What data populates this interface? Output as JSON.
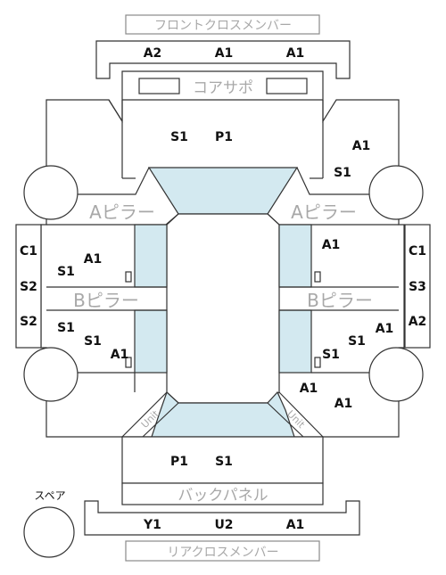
{
  "labels": {
    "front_cross_member": "フロントクロスメンバー",
    "core_support": "コアサポ",
    "a_pillar": "Aピラー",
    "b_pillar": "Bピラー",
    "back_panel": "バックパネル",
    "rear_cross_member": "リアクロスメンバー",
    "spare": "スペア",
    "unit_left": "Unit",
    "unit_right": "Unit"
  },
  "codes": {
    "front_cross_left": "A2",
    "front_cross_center": "A1",
    "front_cross_right": "A1",
    "hood_left": "S1",
    "hood_right": "P1",
    "front_fender_right_top": "A1",
    "front_fender_right_bottom": "S1",
    "left_panel_1": "C1",
    "left_panel_2": "S2",
    "left_panel_3": "S2",
    "front_door_left_top": "A1",
    "front_door_left_bottom": "S1",
    "front_door_right": "A1",
    "right_panel_1": "C1",
    "right_panel_2": "S3",
    "right_panel_3": "A2",
    "rear_door_left_1": "S1",
    "rear_door_left_2": "S1",
    "rear_door_left_3": "A1",
    "rear_door_right_1": "A1",
    "rear_door_right_2": "S1",
    "rear_door_right_3": "S1",
    "rear_fender_right_1": "A1",
    "rear_fender_right_2": "A1",
    "trunk_left": "P1",
    "trunk_right": "S1",
    "rear_cross_left": "Y1",
    "rear_cross_center": "U2",
    "rear_cross_right": "A1"
  },
  "colors": {
    "glass": "#d3e9f0",
    "outline": "#333333",
    "grey_label": "#a8a8a8"
  }
}
